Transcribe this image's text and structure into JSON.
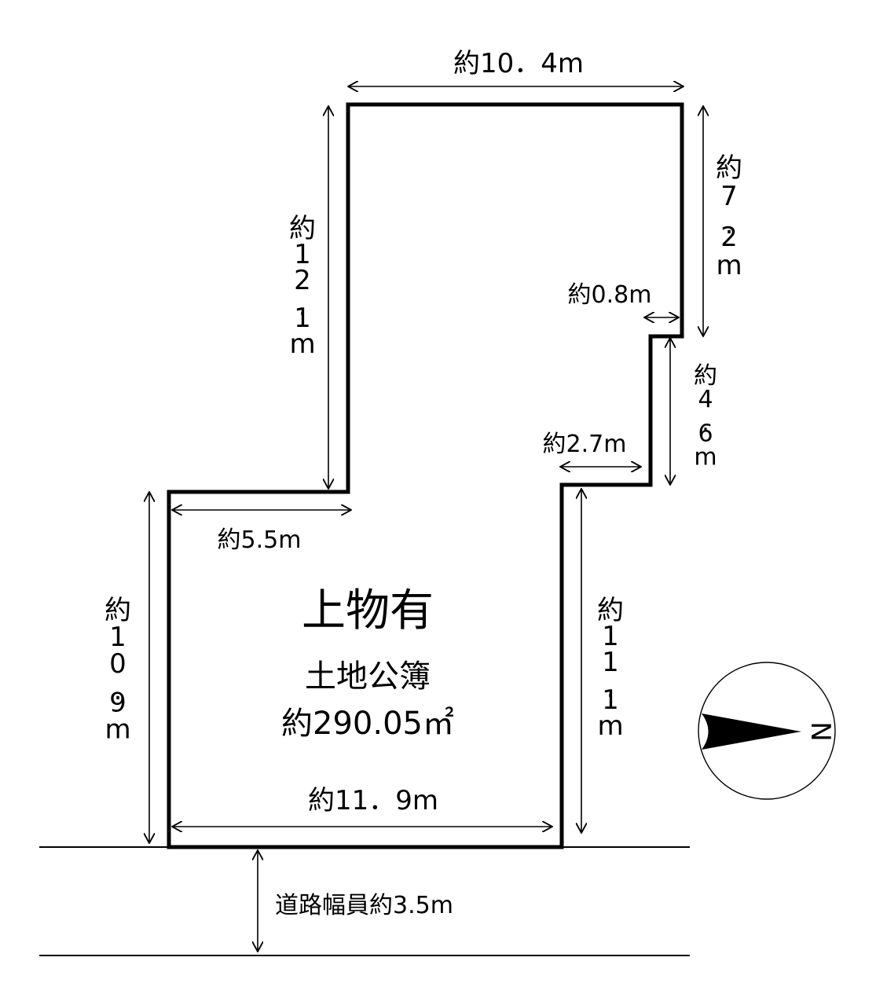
{
  "plot": {
    "building": "上物有",
    "area_label": "土地公簿",
    "area_value": "約290.05㎡"
  },
  "dimensions": {
    "top": "約10．4m",
    "right_upper": "約7.2m",
    "step_small": "約0.8m",
    "right_middle": "約4.6m",
    "step_large": "約2.7m",
    "inner_left": "約12.1m",
    "inner_bottom": "約5.5m",
    "left": "約10.9m",
    "right_lower": "約11.1m",
    "bottom": "約11．9m"
  },
  "road": {
    "label": "道路幅員約3.5m"
  },
  "compass": {
    "letter": "N"
  },
  "colors": {
    "line": "#000000",
    "background": "#ffffff"
  }
}
